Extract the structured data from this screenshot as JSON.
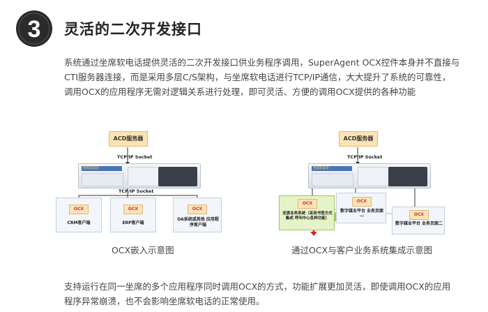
{
  "section": {
    "number": "3",
    "title": "灵活的二次开发接口"
  },
  "intro": [
    "系统通过坐席软电话提供灵活的二次开发接口供业务程序调用，SuperAgent OCX控件本身并不直接与",
    "CTI服务器连接，而是采用多层C/S架构，与坐席软电话进行TCP/IP通信，大大提升了系统的可靠性，",
    "调用OCX的应用程序无需对逻辑关系进行处理，即可灵活、方便的调用OCX提供的各种功能"
  ],
  "diagram1": {
    "server": "ACD服务器",
    "socket_top": "TCP/IP Socket",
    "socket_bottom": "TCP/IP Socket",
    "phone_bar": "坐席软电话",
    "clients": [
      {
        "ocx": "OCX",
        "label": "CRM客户端"
      },
      {
        "ocx": "OCX",
        "label": "ERP客户端"
      },
      {
        "ocx": "OCX",
        "label": "OA系统或其他 应用程序客户端"
      }
    ],
    "caption": "OCX嵌入示意图"
  },
  "diagram2": {
    "server": "ACD服务器",
    "socket_top": "TCP/IP Socket",
    "phone_bar": "坐席软电话",
    "main_ocx": "OCX",
    "main_label": "坐席业务系统（采用书签方式集成 呼叫中心各种功能）",
    "sub1_ocx": "OCX",
    "sub1_label": "数字媒业平台 业务页面一",
    "sub2_ocx": "OCX",
    "sub2_label": "数字媒业平台 业务页面二",
    "caption": "通过OCX与客户业务系统集成示意图"
  },
  "outro": [
    "支持运行在同一坐席的多个应用程序同时调用OCX的方式，功能扩展更加灵活，即使调用OCX的应用",
    "程序异常崩溃，也不会影响坐席软电话的正常使用。"
  ],
  "colors": {
    "badge": "#2b2b2b",
    "server_fill": "#fbe3b6",
    "client_fill": "#f2f6fb",
    "green_fill": "#e6f3c9",
    "arrow_red": "#e02020"
  }
}
